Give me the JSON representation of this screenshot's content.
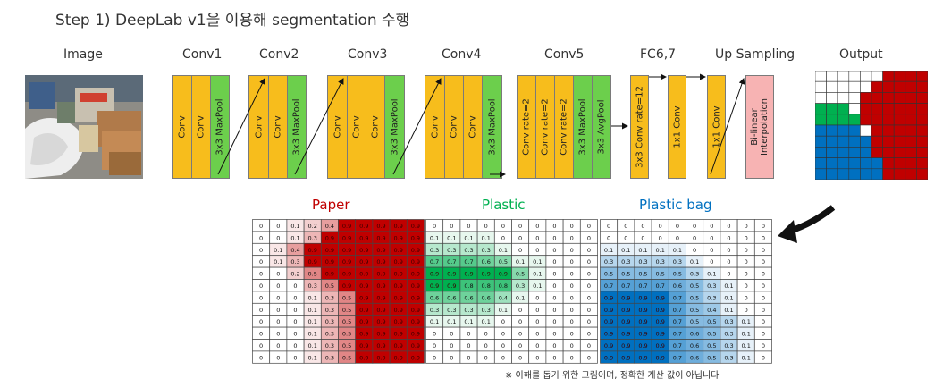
{
  "title": "Step 1) DeepLab v1을 이용해 segmentation 수행",
  "headers": {
    "image": "Image",
    "conv1": "Conv1",
    "conv2": "Conv2",
    "conv3": "Conv3",
    "conv4": "Conv4",
    "conv5": "Conv5",
    "fc67": "FC6,7",
    "upsampling": "Up Sampling",
    "output": "Output"
  },
  "layers": {
    "conv": "Conv",
    "maxpool": "3x3 MaxPool",
    "conv_rate": "Conv rate=2",
    "avgpool": "3x3 AvgPool",
    "conv_rate12": "3x3 Conv rate=12",
    "conv1x1": "1x1 Conv",
    "bilinear": "Bi-linear Interpolation"
  },
  "colors": {
    "conv": "#f7bd1c",
    "pool": "#6ccf4c",
    "interp": "#f7b3b3",
    "paper": "#c00000",
    "plastic": "#00b050",
    "plastic_bag": "#0070c0"
  },
  "class_maps": [
    {
      "name": "Paper",
      "color": "#c00000",
      "rows": [
        [
          "0",
          "0",
          "0.1",
          "0.2",
          "0.4",
          "0.9",
          "0.9",
          "0.9",
          "0.9",
          "0.9"
        ],
        [
          "0",
          "0",
          "0.1",
          "0.3",
          "0.9",
          "0.9",
          "0.9",
          "0.9",
          "0.9",
          "0.9"
        ],
        [
          "0",
          "0.1",
          "0.4",
          "0.9",
          "0.9",
          "0.9",
          "0.9",
          "0.9",
          "0.9",
          "0.9"
        ],
        [
          "0",
          "0.1",
          "0.3",
          "0.9",
          "0.9",
          "0.9",
          "0.9",
          "0.9",
          "0.9",
          "0.9"
        ],
        [
          "0",
          "0",
          "0.2",
          "0.5",
          "0.9",
          "0.9",
          "0.9",
          "0.9",
          "0.9",
          "0.9"
        ],
        [
          "0",
          "0",
          "0",
          "0.3",
          "0.5",
          "0.9",
          "0.9",
          "0.9",
          "0.9",
          "0.9"
        ],
        [
          "0",
          "0",
          "0",
          "0.1",
          "0.3",
          "0.5",
          "0.9",
          "0.9",
          "0.9",
          "0.9"
        ],
        [
          "0",
          "0",
          "0",
          "0.1",
          "0.3",
          "0.5",
          "0.9",
          "0.9",
          "0.9",
          "0.9"
        ],
        [
          "0",
          "0",
          "0",
          "0.1",
          "0.3",
          "0.5",
          "0.9",
          "0.9",
          "0.9",
          "0.9"
        ],
        [
          "0",
          "0",
          "0",
          "0.1",
          "0.3",
          "0.5",
          "0.9",
          "0.9",
          "0.9",
          "0.9"
        ],
        [
          "0",
          "0",
          "0",
          "0.1",
          "0.3",
          "0.5",
          "0.9",
          "0.9",
          "0.9",
          "0.9"
        ],
        [
          "0",
          "0",
          "0",
          "0.1",
          "0.3",
          "0.5",
          "0.9",
          "0.9",
          "0.9",
          "0.9"
        ]
      ]
    },
    {
      "name": "Plastic",
      "color": "#00b050",
      "rows": [
        [
          "0",
          "0",
          "0",
          "0",
          "0",
          "0",
          "0",
          "0",
          "0",
          "0"
        ],
        [
          "0.1",
          "0.1",
          "0.1",
          "0.1",
          "0",
          "0",
          "0",
          "0",
          "0",
          "0"
        ],
        [
          "0.3",
          "0.3",
          "0.3",
          "0.3",
          "0.1",
          "0",
          "0",
          "0",
          "0",
          "0"
        ],
        [
          "0.7",
          "0.7",
          "0.7",
          "0.6",
          "0.5",
          "0.1",
          "0.1",
          "0",
          "0",
          "0"
        ],
        [
          "0.9",
          "0.9",
          "0.9",
          "0.9",
          "0.9",
          "0.5",
          "0.1",
          "0",
          "0",
          "0"
        ],
        [
          "0.9",
          "0.9",
          "0.8",
          "0.8",
          "0.8",
          "0.3",
          "0.1",
          "0",
          "0",
          "0"
        ],
        [
          "0.6",
          "0.6",
          "0.6",
          "0.6",
          "0.4",
          "0.1",
          "0",
          "0",
          "0",
          "0"
        ],
        [
          "0.3",
          "0.3",
          "0.3",
          "0.3",
          "0.1",
          "0",
          "0",
          "0",
          "0",
          "0"
        ],
        [
          "0.1",
          "0.1",
          "0.1",
          "0.1",
          "0",
          "0",
          "0",
          "0",
          "0",
          "0"
        ],
        [
          "0",
          "0",
          "0",
          "0",
          "0",
          "0",
          "0",
          "0",
          "0",
          "0"
        ],
        [
          "0",
          "0",
          "0",
          "0",
          "0",
          "0",
          "0",
          "0",
          "0",
          "0"
        ],
        [
          "0",
          "0",
          "0",
          "0",
          "0",
          "0",
          "0",
          "0",
          "0",
          "0"
        ]
      ]
    },
    {
      "name": "Plastic bag",
      "color": "#0070c0",
      "rows": [
        [
          "0",
          "0",
          "0",
          "0",
          "0",
          "0",
          "0",
          "0",
          "0",
          "0"
        ],
        [
          "0",
          "0",
          "0",
          "0",
          "0",
          "0",
          "0",
          "0",
          "0",
          "0"
        ],
        [
          "0.1",
          "0.1",
          "0.1",
          "0.1",
          "0.1",
          "0",
          "0",
          "0",
          "0",
          "0"
        ],
        [
          "0.3",
          "0.3",
          "0.3",
          "0.3",
          "0.3",
          "0.1",
          "0",
          "0",
          "0",
          "0"
        ],
        [
          "0.5",
          "0.5",
          "0.5",
          "0.5",
          "0.5",
          "0.3",
          "0.1",
          "0",
          "0",
          "0"
        ],
        [
          "0.7",
          "0.7",
          "0.7",
          "0.7",
          "0.6",
          "0.5",
          "0.3",
          "0.1",
          "0",
          "0"
        ],
        [
          "0.9",
          "0.9",
          "0.9",
          "0.9",
          "0.7",
          "0.5",
          "0.3",
          "0.1",
          "0",
          "0"
        ],
        [
          "0.9",
          "0.9",
          "0.9",
          "0.9",
          "0.7",
          "0.5",
          "0.4",
          "0.1",
          "0",
          "0"
        ],
        [
          "0.9",
          "0.9",
          "0.9",
          "0.9",
          "0.7",
          "0.5",
          "0.5",
          "0.3",
          "0.1",
          "0"
        ],
        [
          "0.9",
          "0.9",
          "0.9",
          "0.9",
          "0.7",
          "0.6",
          "0.5",
          "0.3",
          "0.1",
          "0"
        ],
        [
          "0.9",
          "0.9",
          "0.9",
          "0.9",
          "0.7",
          "0.6",
          "0.5",
          "0.3",
          "0.1",
          "0"
        ],
        [
          "0.9",
          "0.9",
          "0.9",
          "0.9",
          "0.7",
          "0.6",
          "0.5",
          "0.3",
          "0.1",
          "0"
        ]
      ]
    }
  ],
  "output_map": {
    "legend_note": "",
    "rows": [
      "WWWWWWRRRR",
      "WWWWWRRRRR",
      "WWWWRRRRRR",
      "GGGWRRRRRR",
      "GGGGRRRRRR",
      "BBBBWRRRRR",
      "BBBBBRRRRR",
      "BBBBBRRRRR",
      "BBBBBBRRRR",
      "BBBBBBRRRR"
    ]
  },
  "note": "※ 이해를 돕기 위한 그림이며, 정확한 계산 값이 아닙니다"
}
